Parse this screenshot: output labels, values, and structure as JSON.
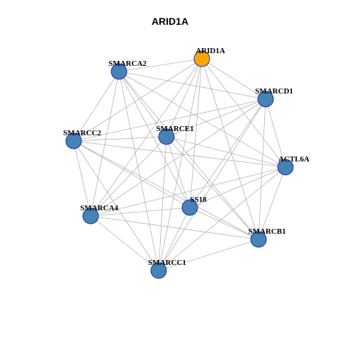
{
  "title": "ARID1A",
  "colors": {
    "focus_node": "#ffa500",
    "node": "#4682b4",
    "node_border": "#1f2fb0",
    "edge": "#b3b3b3"
  },
  "nodes": [
    {
      "id": "ARID1A",
      "label": "ARID1A",
      "focus": true
    },
    {
      "id": "SMARCA2",
      "label": "SMARCA2",
      "focus": false
    },
    {
      "id": "SMARCD1",
      "label": "SMARCD1",
      "focus": false
    },
    {
      "id": "SMARCC2",
      "label": "SMARCC2",
      "focus": false
    },
    {
      "id": "SMARCE1",
      "label": "SMARCE1",
      "focus": false
    },
    {
      "id": "ACTL6A",
      "label": "ACTL6A",
      "focus": false
    },
    {
      "id": "SMARCA4",
      "label": "SMARCA4",
      "focus": false
    },
    {
      "id": "SS18",
      "label": "SS18",
      "focus": false
    },
    {
      "id": "SMARCB1",
      "label": "SMARCB1",
      "focus": false
    },
    {
      "id": "SMARCC1",
      "label": "SMARCC1",
      "focus": false
    }
  ],
  "edges": [
    [
      "ARID1A",
      "SMARCA2"
    ],
    [
      "ARID1A",
      "SMARCD1"
    ],
    [
      "ARID1A",
      "SMARCC2"
    ],
    [
      "ARID1A",
      "SMARCE1"
    ],
    [
      "ARID1A",
      "ACTL6A"
    ],
    [
      "ARID1A",
      "SMARCA4"
    ],
    [
      "ARID1A",
      "SS18"
    ],
    [
      "ARID1A",
      "SMARCB1"
    ],
    [
      "ARID1A",
      "SMARCC1"
    ],
    [
      "SMARCA2",
      "SMARCD1"
    ],
    [
      "SMARCA2",
      "SMARCC2"
    ],
    [
      "SMARCA2",
      "SMARCE1"
    ],
    [
      "SMARCA2",
      "ACTL6A"
    ],
    [
      "SMARCA2",
      "SMARCA4"
    ],
    [
      "SMARCA2",
      "SS18"
    ],
    [
      "SMARCA2",
      "SMARCB1"
    ],
    [
      "SMARCA2",
      "SMARCC1"
    ],
    [
      "SMARCD1",
      "SMARCC2"
    ],
    [
      "SMARCD1",
      "SMARCE1"
    ],
    [
      "SMARCD1",
      "ACTL6A"
    ],
    [
      "SMARCD1",
      "SMARCA4"
    ],
    [
      "SMARCD1",
      "SS18"
    ],
    [
      "SMARCD1",
      "SMARCB1"
    ],
    [
      "SMARCD1",
      "SMARCC1"
    ],
    [
      "SMARCC2",
      "SMARCE1"
    ],
    [
      "SMARCC2",
      "ACTL6A"
    ],
    [
      "SMARCC2",
      "SMARCA4"
    ],
    [
      "SMARCC2",
      "SS18"
    ],
    [
      "SMARCC2",
      "SMARCB1"
    ],
    [
      "SMARCC2",
      "SMARCC1"
    ],
    [
      "SMARCE1",
      "ACTL6A"
    ],
    [
      "SMARCE1",
      "SMARCA4"
    ],
    [
      "SMARCE1",
      "SS18"
    ],
    [
      "SMARCE1",
      "SMARCB1"
    ],
    [
      "SMARCE1",
      "SMARCC1"
    ],
    [
      "ACTL6A",
      "SMARCA4"
    ],
    [
      "ACTL6A",
      "SS18"
    ],
    [
      "ACTL6A",
      "SMARCB1"
    ],
    [
      "ACTL6A",
      "SMARCC1"
    ],
    [
      "SMARCA4",
      "SS18"
    ],
    [
      "SMARCA4",
      "SMARCB1"
    ],
    [
      "SMARCA4",
      "SMARCC1"
    ],
    [
      "SS18",
      "SMARCB1"
    ],
    [
      "SS18",
      "SMARCC1"
    ],
    [
      "SMARCB1",
      "SMARCC1"
    ]
  ]
}
